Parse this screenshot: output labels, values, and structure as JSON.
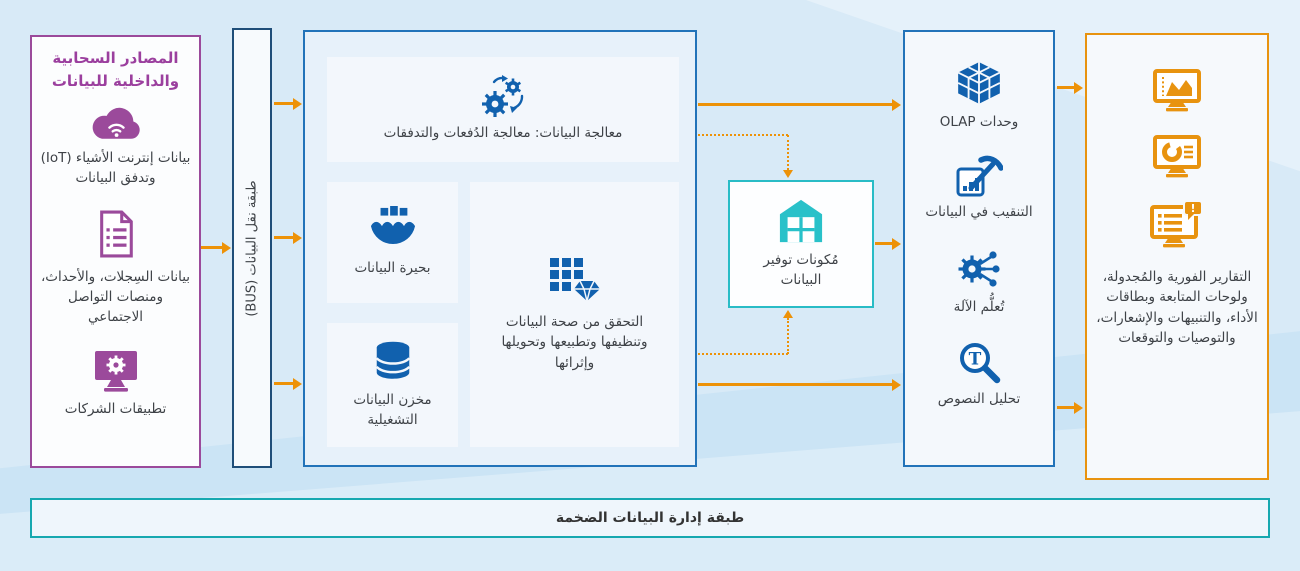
{
  "diagram": {
    "colors": {
      "purple": "#9B4A9B",
      "icon_blue": "#1161AE",
      "blue_border": "#2273B9",
      "navy_border": "#1F4E79",
      "teal": "#29BCC6",
      "orange": "#ED9208",
      "bar_teal": "#17A8B0",
      "background": "#D8EAF7"
    },
    "sources": {
      "title": "المصادر السحابية والداخلية للبيانات",
      "items": [
        {
          "icon": "cloud-iot-icon",
          "label": "بيانات إنترنت الأشياء (IoT) وتدفق البيانات"
        },
        {
          "icon": "document-logs-icon",
          "label": "بيانات السِجلات، والأحداث، ومنصات التواصل الاجتماعي"
        },
        {
          "icon": "monitor-gear-icon",
          "label": "تطبيقات الشركات"
        }
      ]
    },
    "bus": {
      "label": "طبقة نقل البيانات (BUS)"
    },
    "processing": {
      "data_processing": {
        "icon": "gears-sync-icon",
        "label": "معالجة البيانات: معالجة الدُفعات والتدفقات"
      },
      "data_lake": {
        "icon": "data-lake-icon",
        "label": "بحيرة البيانات"
      },
      "operational_store": {
        "icon": "database-icon",
        "label": "مخزن البيانات التشغيلية"
      },
      "validation": {
        "icon": "grid-diamond-icon",
        "label": "التحقق من صحة البيانات وتنظيفها وتطبيعها وتحويلها وإثرائها"
      }
    },
    "provisioning": {
      "icon": "warehouse-icon",
      "label": "مُكونات توفير البيانات"
    },
    "analytics": {
      "items": [
        {
          "icon": "olap-cube-icon",
          "label": "وحدات OLAP"
        },
        {
          "icon": "data-mining-icon",
          "label": "التنقيب في البيانات"
        },
        {
          "icon": "machine-learning-icon",
          "label": "تُعلُّم الآلة"
        },
        {
          "icon": "text-analytics-icon",
          "label": "تحليل النصوص"
        }
      ]
    },
    "outputs": {
      "icons": [
        "monitor-linechart-icon",
        "monitor-dashboard-icon",
        "monitor-alert-icon"
      ],
      "label": "التقارير الفورية والمُجدولة، ولوحات المتابعة وبطاقات الأداء، والتنبيهات والإشعارات، والتوصيات والتوقعات"
    },
    "management": {
      "label": "طبقة إدارة البيانات الضخمة"
    }
  }
}
